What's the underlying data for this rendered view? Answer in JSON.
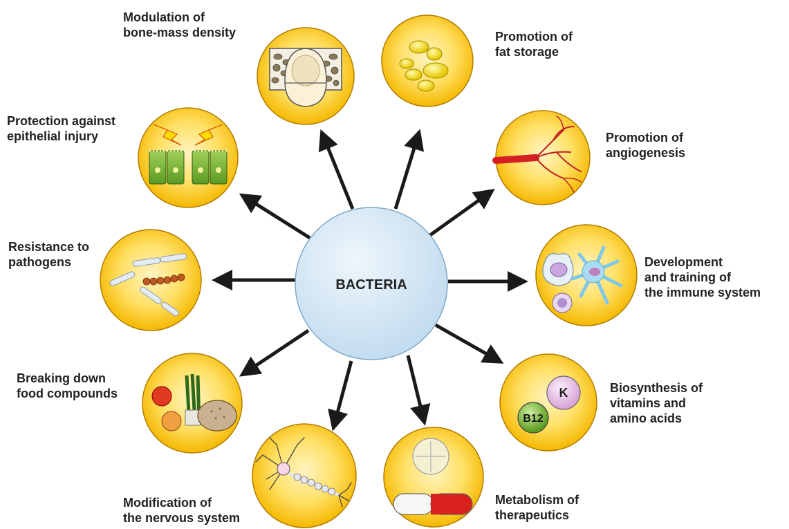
{
  "center": {
    "label": "BACTERIA"
  },
  "colors": {
    "node_fill_center": "#fff4c2",
    "node_fill_edge": "#f5b800",
    "node_stroke": "#b07c00",
    "center_fill": "#c3dcef",
    "center_stroke": "#7fa7c7",
    "arrow": "#1a1a1a"
  },
  "functions": [
    {
      "id": "bone",
      "icon": "bone-tissue-icon",
      "lines": [
        "Modulation of",
        "bone-mass density"
      ]
    },
    {
      "id": "fat",
      "icon": "fat-droplets-icon",
      "lines": [
        "Promotion of",
        "fat storage"
      ]
    },
    {
      "id": "angio",
      "icon": "blood-vessel-icon",
      "lines": [
        "Promotion of",
        "angiogenesis"
      ]
    },
    {
      "id": "immune",
      "icon": "immune-cells-icon",
      "lines": [
        "Development",
        "and training of",
        "the immune system"
      ]
    },
    {
      "id": "vitamins",
      "icon": "vitamin-pills-icon",
      "lines": [
        "Biosynthesis of",
        "vitamins and",
        "amino acids"
      ],
      "badges": [
        "K",
        "B12"
      ]
    },
    {
      "id": "therapeutics",
      "icon": "pill-capsule-icon",
      "lines": [
        "Metabolism of",
        "therapeutics"
      ]
    },
    {
      "id": "nervous",
      "icon": "neuron-icon",
      "lines": [
        "Modification of",
        "the nervous system"
      ]
    },
    {
      "id": "food",
      "icon": "food-items-icon",
      "lines": [
        "Breaking down",
        "food compounds"
      ]
    },
    {
      "id": "pathogens",
      "icon": "rod-bacteria-icon",
      "lines": [
        "Resistance to",
        "pathogens"
      ]
    },
    {
      "id": "epithelial",
      "icon": "epithelium-lightning-icon",
      "lines": [
        "Protection against",
        "epithelial injury"
      ]
    }
  ]
}
